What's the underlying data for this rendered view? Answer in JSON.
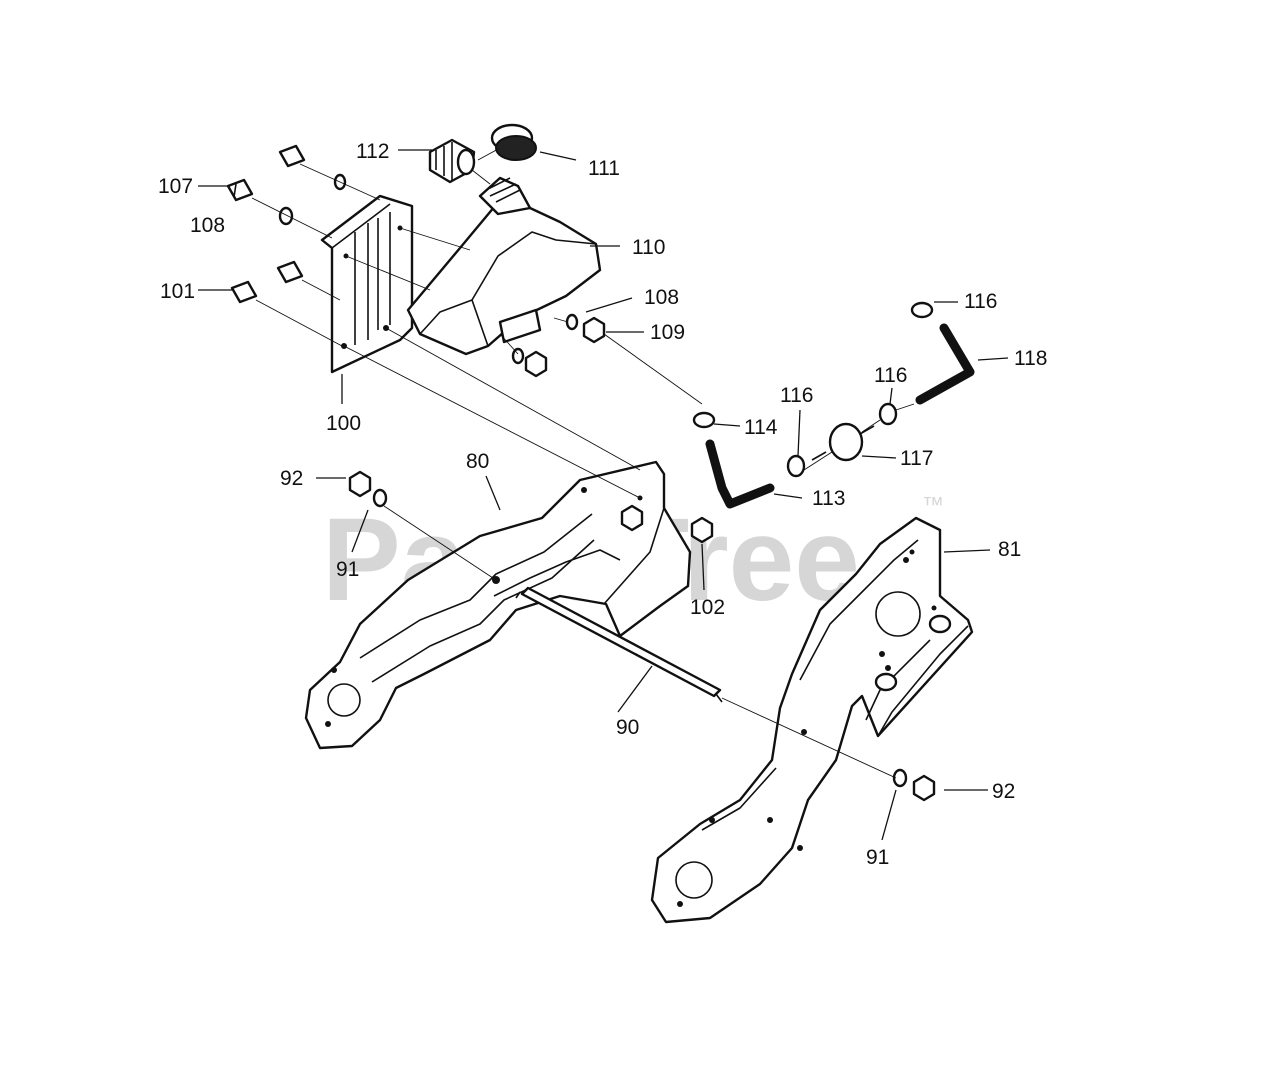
{
  "watermark": {
    "text": "PartsTree",
    "trademark": "™"
  },
  "callouts": [
    {
      "id": "c112",
      "label": "112"
    },
    {
      "id": "c111",
      "label": "111"
    },
    {
      "id": "c107",
      "label": "107"
    },
    {
      "id": "c108a",
      "label": "108"
    },
    {
      "id": "c110",
      "label": "110"
    },
    {
      "id": "c101",
      "label": "101"
    },
    {
      "id": "c108b",
      "label": "108"
    },
    {
      "id": "c109",
      "label": "109"
    },
    {
      "id": "c100",
      "label": "100"
    },
    {
      "id": "c116a",
      "label": "116"
    },
    {
      "id": "c118",
      "label": "118"
    },
    {
      "id": "c116b",
      "label": "116"
    },
    {
      "id": "c116c",
      "label": "116"
    },
    {
      "id": "c114",
      "label": "114"
    },
    {
      "id": "c117",
      "label": "117"
    },
    {
      "id": "c113",
      "label": "113"
    },
    {
      "id": "c92a",
      "label": "92"
    },
    {
      "id": "c80",
      "label": "80"
    },
    {
      "id": "c91a",
      "label": "91"
    },
    {
      "id": "c102",
      "label": "102"
    },
    {
      "id": "c81",
      "label": "81"
    },
    {
      "id": "c90",
      "label": "90"
    },
    {
      "id": "c92b",
      "label": "92"
    },
    {
      "id": "c91b",
      "label": "91"
    }
  ]
}
